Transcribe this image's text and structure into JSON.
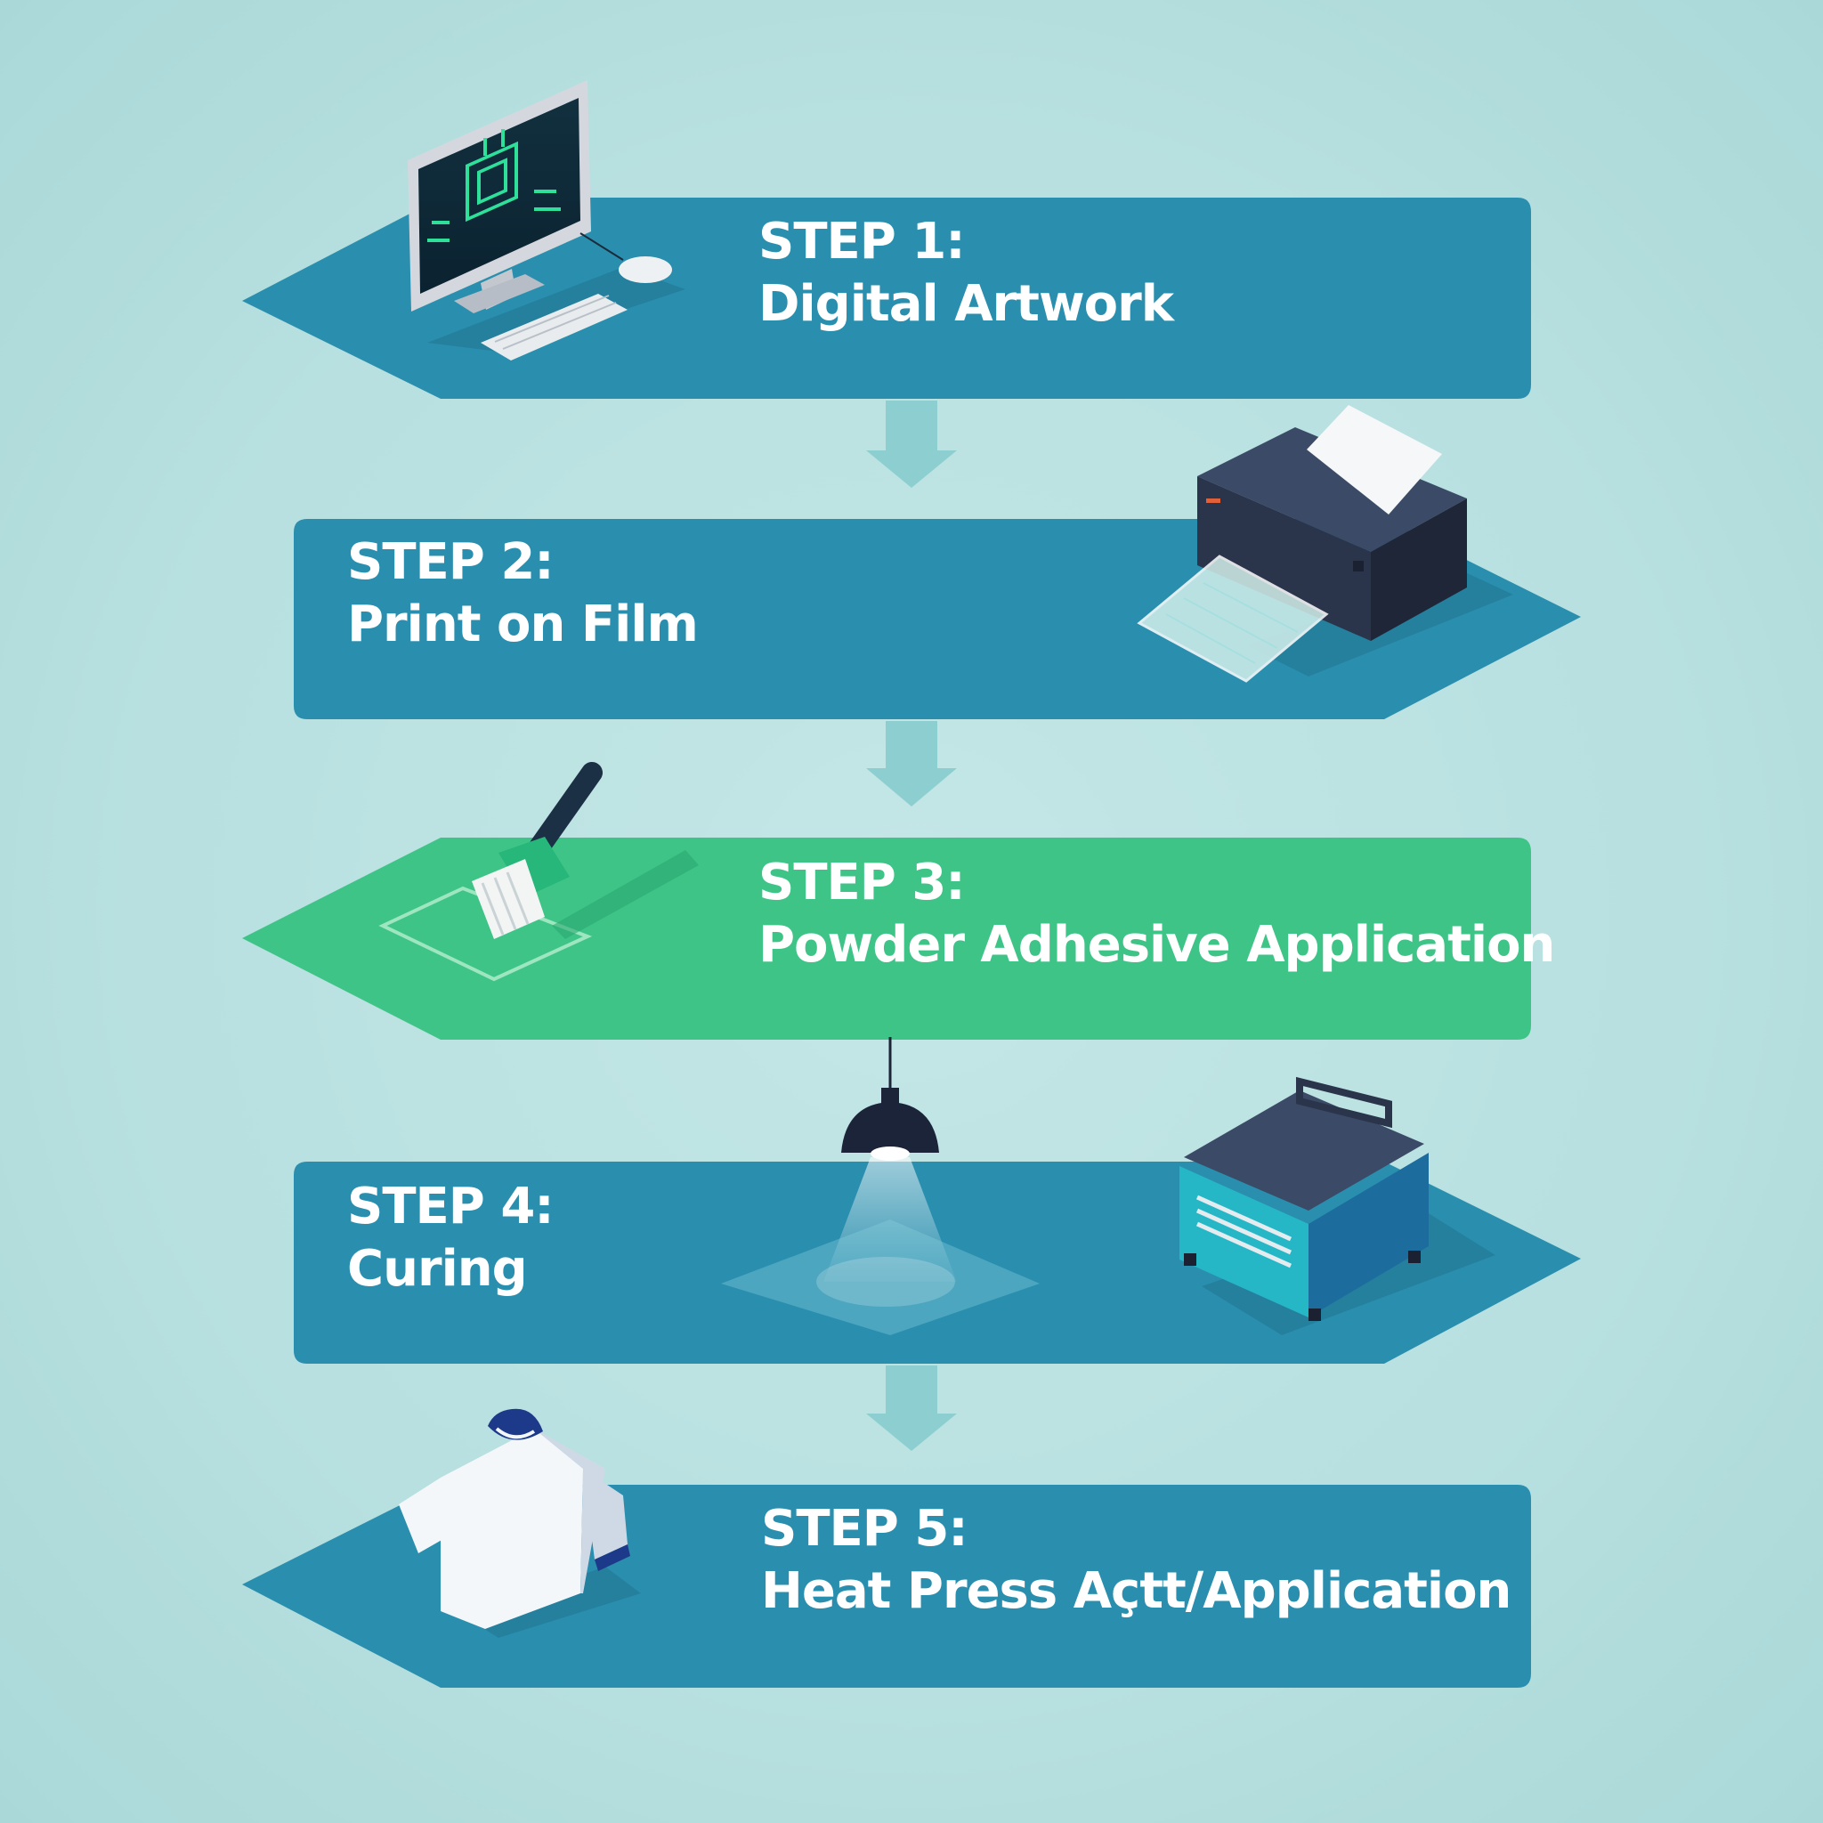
{
  "steps": [
    {
      "number": "STEP 1:",
      "title": "Digital Artwork",
      "color": "#2a8fae",
      "icon": "computer-icon"
    },
    {
      "number": "STEP 2:",
      "title": "Print on Film",
      "color": "#2a8fae",
      "icon": "printer-icon"
    },
    {
      "number": "STEP 3:",
      "title": "Powder Adhesive Application",
      "color": "#3fc487",
      "icon": "brush-icon"
    },
    {
      "number": "STEP 4:",
      "title": "Curing",
      "color": "#2a8fae",
      "icon": "curing-oven-icon"
    },
    {
      "number": "STEP 5:",
      "title": "Heat Press Açtt/Application",
      "color": "#2a8fae",
      "icon": "tshirt-icon"
    }
  ],
  "colors": {
    "background": "#b8e0e0",
    "banner_blue": "#2a8fae",
    "banner_green": "#3fc487",
    "arrow": "#8dcfd0"
  }
}
